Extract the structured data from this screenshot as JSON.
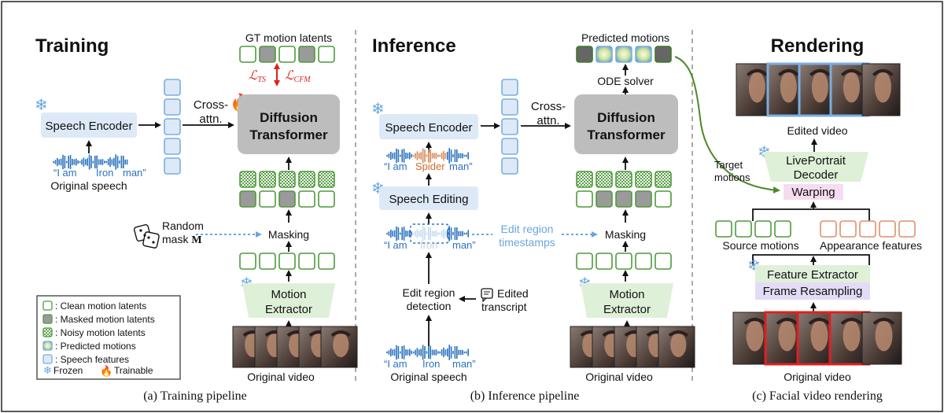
{
  "panels": {
    "training": {
      "title": "Training",
      "gt_label": "GT motion latents",
      "loss_ts": "ℒ",
      "loss_ts_sub": "TS",
      "loss_cfm": "ℒ",
      "loss_cfm_sub": "CFM",
      "speech_encoder": "Speech Encoder",
      "cross_attn_1": "Cross-",
      "cross_attn_2": "attn.",
      "dit_1": "Diffusion",
      "dit_2": "Transformer",
      "words": [
        "“I am",
        "Iron",
        "man”"
      ],
      "original_speech": "Original speech",
      "random_1": "Random",
      "random_2": "mask ",
      "mask_symbol": "M",
      "masking": "Masking",
      "motion_extractor_1": "Motion",
      "motion_extractor_2": "Extractor",
      "original_video": "Original video",
      "caption": "(a) Training pipeline"
    },
    "legend": {
      "items": [
        "Clean motion latents",
        "Masked motion latents",
        "Noisy motion latents",
        "Predicted motions",
        "Speech features"
      ],
      "frozen": "Frozen",
      "trainable": "Trainable"
    },
    "inference": {
      "title": "Inference",
      "predicted_label": "Predicted motions",
      "ode": "ODE solver",
      "speech_encoder": "Speech Encoder",
      "cross_attn_1": "Cross-",
      "cross_attn_2": "attn.",
      "dit_1": "Diffusion",
      "dit_2": "Transformer",
      "edited_words_1": "“I am",
      "edited_words_2": "Spider",
      "edited_words_3": "man”",
      "speech_editing": "Speech Editing",
      "masked_words_1": "“I am",
      "masked_words_2": "Iron",
      "masked_words_3": "man”",
      "edit_ts_1": "Edit region",
      "edit_ts_2": "timestamps",
      "masking": "Masking",
      "detect_1": "Edit region",
      "detect_2": "detection",
      "edited_1": "Edited",
      "edited_2": "transcript",
      "motion_extractor_1": "Motion",
      "motion_extractor_2": "Extractor",
      "words": [
        "“I am",
        "Iron",
        "man”"
      ],
      "original_speech": "Original speech",
      "original_video": "Original video",
      "caption": "(b) Inference pipeline"
    },
    "rendering": {
      "title": "Rendering",
      "edited_video": "Edited video",
      "target_1": "Target",
      "target_2": "motions",
      "decoder_1": "LivePortrait",
      "decoder_2": "Decoder",
      "warping": "Warping",
      "source_motions": "Source motions",
      "appearance": "Appearance features",
      "feature_extractor": "Feature Extractor",
      "frame_resampling": "Frame Resampling",
      "original_video": "Original video",
      "caption": "(c) Facial video rendering"
    }
  },
  "colors": {
    "green_border": "#4e9a3a",
    "blue_border": "#7aaee0",
    "orange_border": "#e0906a",
    "red_highlight": "#e02020",
    "dit_fill": "#bdbdbd",
    "encoder_fill": "#dde9f7"
  }
}
